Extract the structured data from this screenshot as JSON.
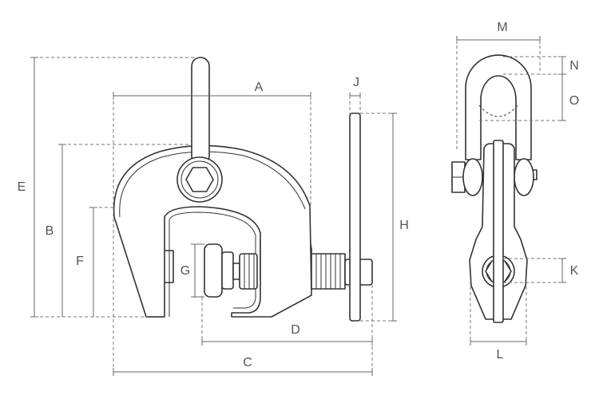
{
  "labels": {
    "A": "A",
    "B": "B",
    "C": "C",
    "D": "D",
    "E": "E",
    "F": "F",
    "G": "G",
    "H": "H",
    "J": "J",
    "K": "K",
    "L": "L",
    "M": "M",
    "N": "N",
    "O": "O"
  }
}
